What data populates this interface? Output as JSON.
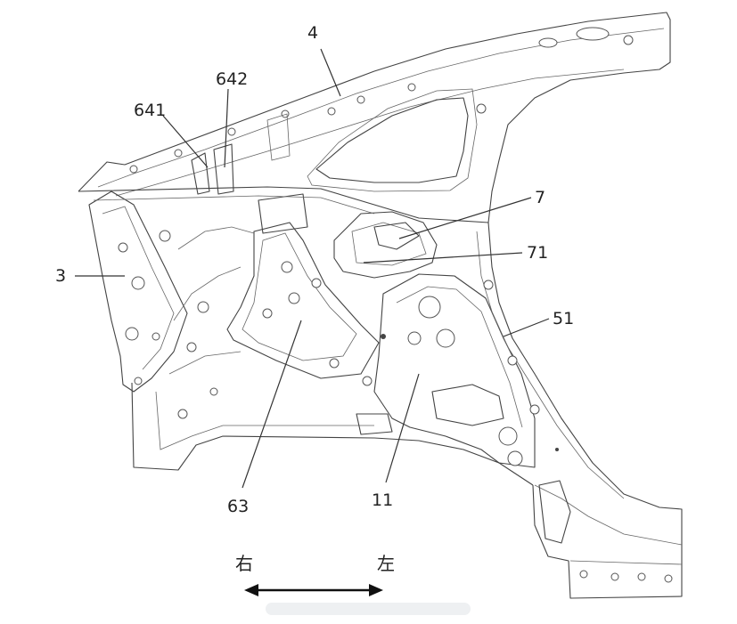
{
  "callouts": {
    "label_4": "4",
    "label_642": "642",
    "label_641": "641",
    "label_7": "7",
    "label_71": "71",
    "label_3": "3",
    "label_51": "51",
    "label_63": "63",
    "label_11": "11"
  },
  "direction": {
    "right": "右",
    "left": "左"
  }
}
